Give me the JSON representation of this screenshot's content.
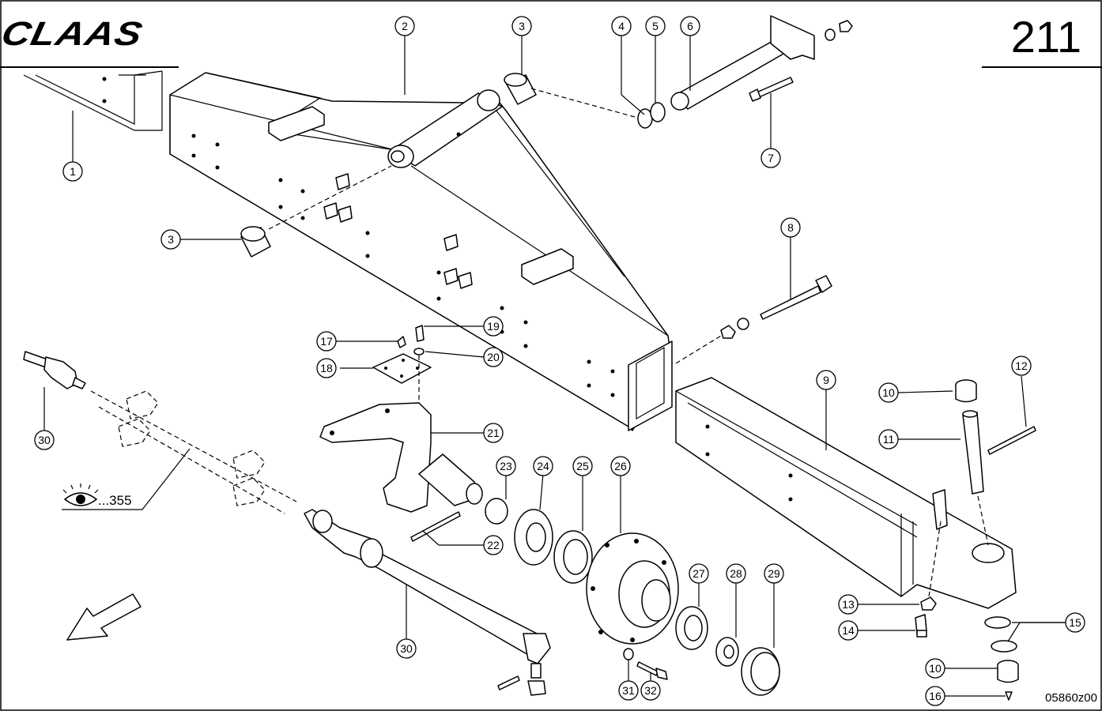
{
  "header": {
    "brand": "CLAAS",
    "page_number": "211"
  },
  "footer": {
    "drawing_code": "05860z00"
  },
  "reference_note": {
    "text": "...355",
    "icon": "eye-icon"
  },
  "callouts": [
    {
      "num": "1"
    },
    {
      "num": "2"
    },
    {
      "num": "3"
    },
    {
      "num": "3"
    },
    {
      "num": "4"
    },
    {
      "num": "5"
    },
    {
      "num": "6"
    },
    {
      "num": "7"
    },
    {
      "num": "8"
    },
    {
      "num": "9"
    },
    {
      "num": "10"
    },
    {
      "num": "10"
    },
    {
      "num": "11"
    },
    {
      "num": "12"
    },
    {
      "num": "13"
    },
    {
      "num": "14"
    },
    {
      "num": "15"
    },
    {
      "num": "16"
    },
    {
      "num": "17"
    },
    {
      "num": "18"
    },
    {
      "num": "19"
    },
    {
      "num": "20"
    },
    {
      "num": "21"
    },
    {
      "num": "22"
    },
    {
      "num": "23"
    },
    {
      "num": "24"
    },
    {
      "num": "25"
    },
    {
      "num": "26"
    },
    {
      "num": "27"
    },
    {
      "num": "28"
    },
    {
      "num": "29"
    },
    {
      "num": "30"
    },
    {
      "num": "30"
    },
    {
      "num": "31"
    },
    {
      "num": "32"
    }
  ]
}
